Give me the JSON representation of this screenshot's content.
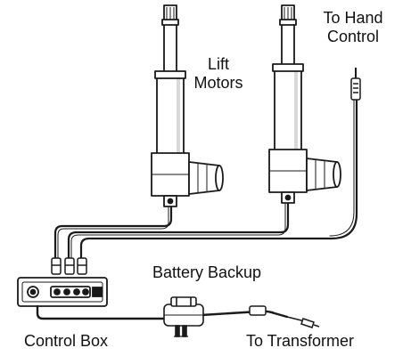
{
  "labels": {
    "lift_motors_line1": "Lift",
    "lift_motors_line2": "Motors",
    "hand_control_line1": "To Hand",
    "hand_control_line2": "Control",
    "battery_backup": "Battery Backup",
    "control_box": "Control Box",
    "transformer": "To Transformer"
  },
  "colors": {
    "line": "#1a1a1a",
    "part_fill": "#ffffff",
    "shade": "#d9d9d9",
    "text": "#111111"
  }
}
